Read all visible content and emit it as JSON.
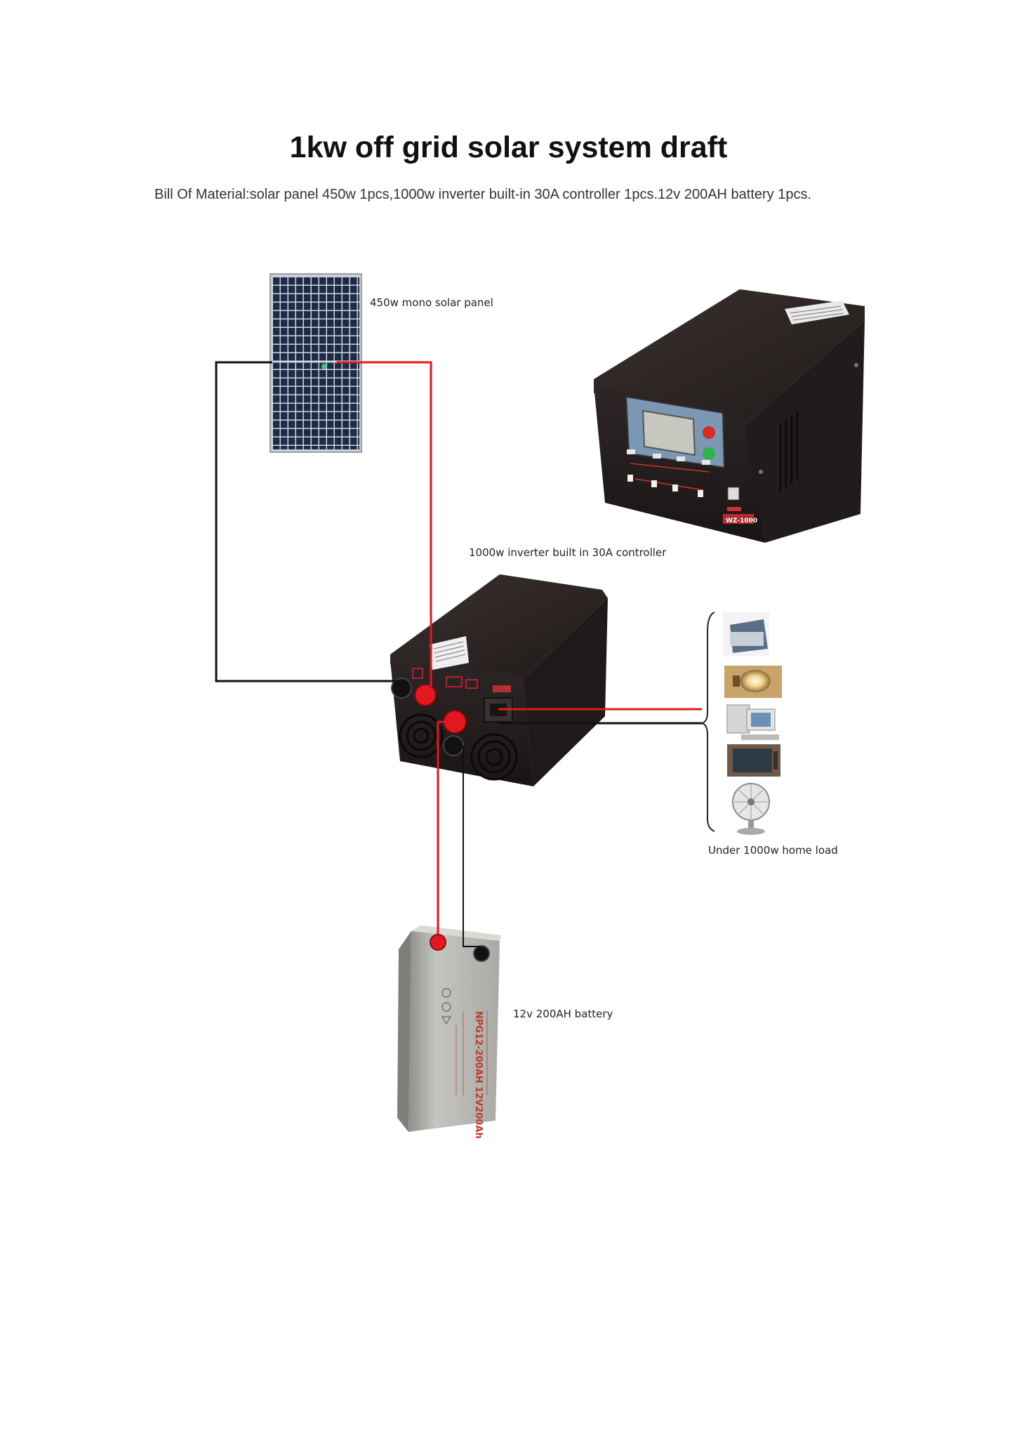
{
  "title": "1kw off grid solar system draft",
  "bill_of_material": "Bill Of Material:solar panel 450w 1pcs,1000w inverter built-in 30A controller 1pcs.12v 200AH battery 1pcs.",
  "labels": {
    "solar_panel": "450w mono solar panel",
    "inverter": "1000w inverter built in 30A controller",
    "home_load": "Under 1000w home load",
    "battery": "12v 200AH battery"
  },
  "device_markings": {
    "inverter_model": "WZ-1000",
    "battery_model": "NPG12-200AH 12V200Ah"
  },
  "colors": {
    "positive_wire": "#e3181f",
    "negative_wire": "#111111",
    "inverter_body": "#2a2323",
    "battery_body": "#b9b9b6"
  }
}
